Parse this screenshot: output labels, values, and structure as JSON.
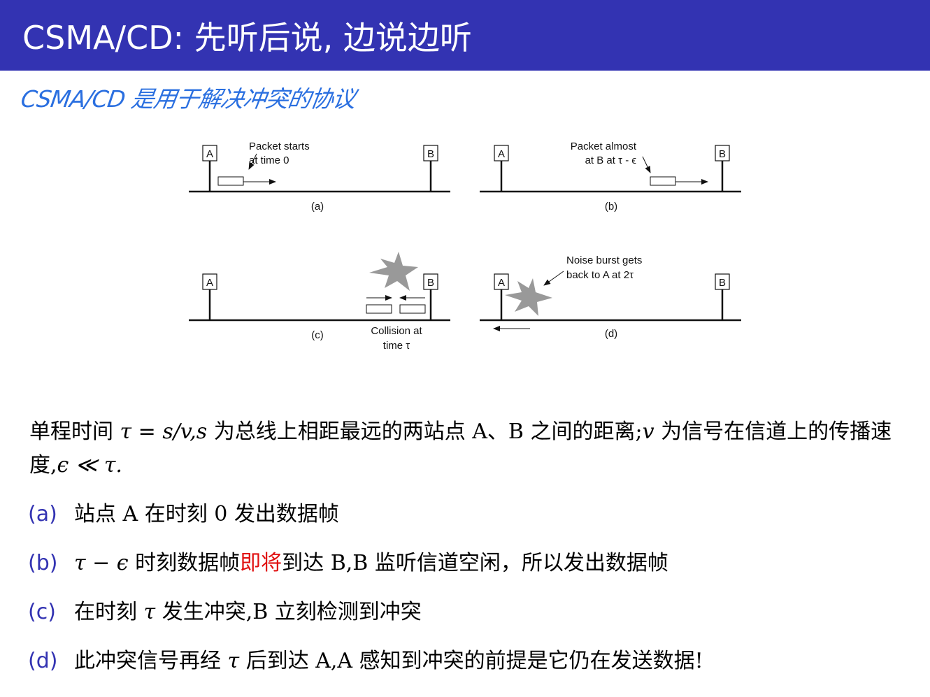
{
  "title": "CSMA/CD: 先听后说, 边说边听",
  "annotation": "CSMA/CD 是用于解决冲突的协议",
  "figure": {
    "station_a": "A",
    "station_b": "B",
    "panel_a": {
      "label": "(a)",
      "caption_1": "Packet starts",
      "caption_2": "at time 0"
    },
    "panel_b": {
      "label": "(b)",
      "caption_1": "Packet almost",
      "caption_2": "at B at τ - ϵ"
    },
    "panel_c": {
      "label": "(c)",
      "caption_1": "Collision at",
      "caption_2": "time τ"
    },
    "panel_d": {
      "label": "(d)",
      "caption_1": "Noise burst gets",
      "caption_2": "back to A  at 2τ"
    }
  },
  "paragraph": {
    "p1": "单程时间 ",
    "math1": "τ = s/v,s",
    "p2": " 为总线上相距最远的两站点 A、B 之间的距离;",
    "math2": "v",
    "p3": " 为信号在信道上的传播速度,",
    "math3": "ϵ ≪ τ.",
    "p4": ""
  },
  "items": [
    {
      "marker": "(a)",
      "pre": "站点 A 在时刻 0 发出数据帧"
    },
    {
      "marker": "(b)",
      "math": "τ − ϵ",
      "pre": " 时刻数据帧",
      "red": "即将",
      "post": "到达 B,B 监听信道空闲，所以发出数据帧"
    },
    {
      "marker": "(c)",
      "pre": "在时刻 ",
      "math": "τ",
      "post": " 发生冲突,B 立刻检测到冲突"
    },
    {
      "marker": "(d)",
      "pre": "此冲突信号再经 ",
      "math": "τ",
      "post": " 后到达 A,A 感知到冲突的前提是它仍在发送数据!"
    }
  ],
  "colors": {
    "title_bar": "#3333b2",
    "handwriting": "#2a6fe0",
    "highlight": "#e01010",
    "burst": "#999999"
  }
}
